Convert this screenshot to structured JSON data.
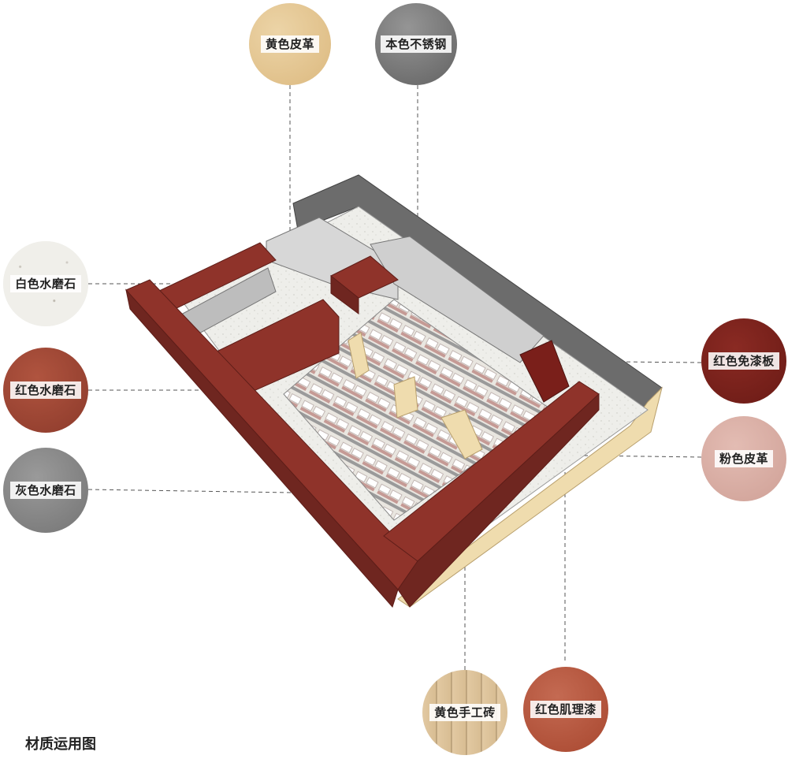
{
  "caption": "材质运用图",
  "materials": [
    {
      "key": "huangse_pige",
      "label": "黄色皮革",
      "color": "#e3c48f"
    },
    {
      "key": "bense_buxiugang",
      "label": "本色不锈钢",
      "color": "#7a7a7a"
    },
    {
      "key": "baise_shuimoshi",
      "label": "白色水磨石",
      "color": "#ecebe6"
    },
    {
      "key": "hongse_shuimoshi",
      "label": "红色水磨石",
      "color": "#9e4433"
    },
    {
      "key": "huise_shuimoshi",
      "label": "灰色水磨石",
      "color": "#8a8a8a"
    },
    {
      "key": "hongse_mianqiban",
      "label": "红色免漆板",
      "color": "#7a1f1a"
    },
    {
      "key": "fense_pige",
      "label": "粉色皮革",
      "color": "#d9ada4"
    },
    {
      "key": "huangse_shougongzhuan",
      "label": "黄色手工砖",
      "color": "#dcc29b"
    },
    {
      "key": "hongse_jiliqi",
      "label": "红色肌理漆",
      "color": "#b8563f"
    }
  ],
  "colors": {
    "red_wall": "#8f332a",
    "red_wall_dark": "#6f2620",
    "grey_wall": "#6c6c6c",
    "light_grey": "#cfcfcf",
    "floor": "#eeeeea",
    "cream": "#efdcae",
    "pink_seat": "#c59a95"
  }
}
